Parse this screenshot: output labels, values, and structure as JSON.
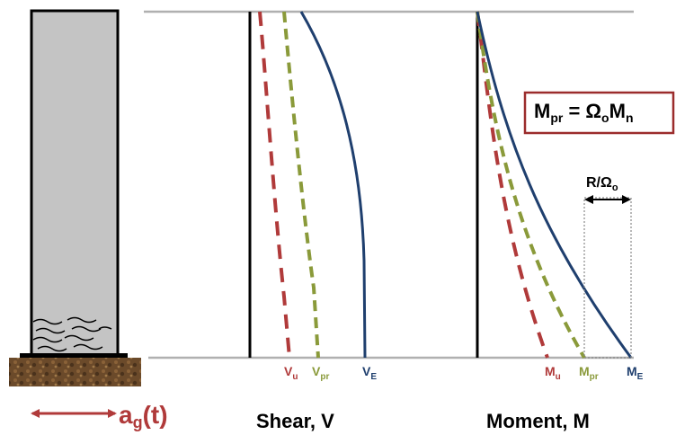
{
  "colors": {
    "red": "#b03a3a",
    "green": "#8a9a3a",
    "blue": "#1f3f6e",
    "column_fill": "#c4c4c4",
    "soil": "#6b4a2a",
    "box_border": "#9b2c2c"
  },
  "ground_motion": {
    "base": "a",
    "sub": "g",
    "tail": "(t)"
  },
  "shear": {
    "title": "Shear, V",
    "labels": [
      {
        "base": "V",
        "sub": "u",
        "color": "red"
      },
      {
        "base": "V",
        "sub": "pr",
        "color": "green"
      },
      {
        "base": "V",
        "sub": "E",
        "color": "blue"
      }
    ]
  },
  "moment": {
    "title": "Moment, M",
    "labels": [
      {
        "base": "M",
        "sub": "u",
        "color": "red"
      },
      {
        "base": "M",
        "sub": "pr",
        "color": "green"
      },
      {
        "base": "M",
        "sub": "E",
        "color": "blue"
      }
    ],
    "ratio": {
      "base": "R/Ω",
      "sub": "o"
    }
  },
  "equation_box": {
    "lhs_base": "M",
    "lhs_sub": "pr",
    "eq": " = Ω",
    "mid_sub": "o",
    "rhs_base": "M",
    "rhs_sub": "n"
  }
}
